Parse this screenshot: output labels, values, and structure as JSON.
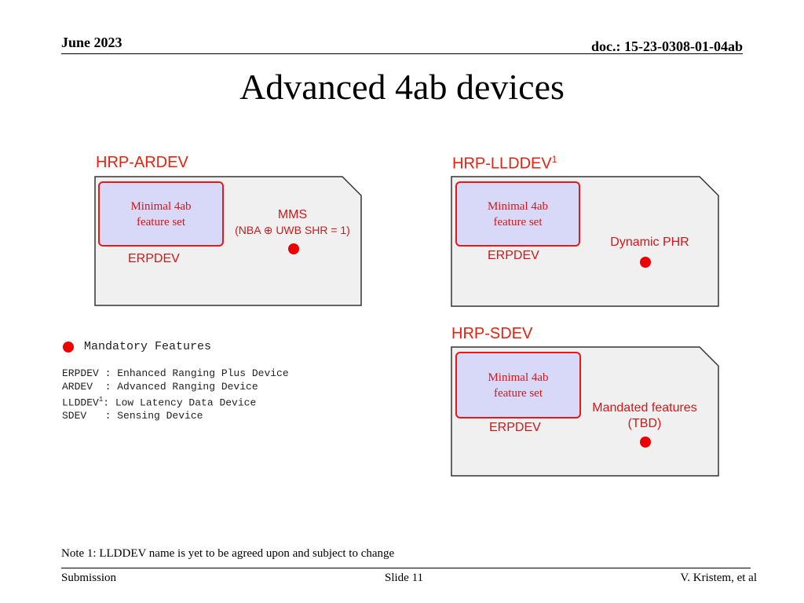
{
  "header": {
    "date": "June 2023",
    "doc": "doc.: 15-23-0308-01-04ab"
  },
  "title": "Advanced 4ab devices",
  "devices": {
    "ardev": {
      "label": "HRP-ARDEV",
      "inner": [
        "Minimal 4ab",
        "feature set"
      ],
      "base": "ERPDEV",
      "feature": [
        "MMS",
        "(NBA ⊕ UWB SHR = 1)"
      ]
    },
    "lldev": {
      "label": "HRP-LLDDEV",
      "label_sup": "1",
      "inner": [
        "Minimal 4ab",
        "feature set"
      ],
      "base": "ERPDEV",
      "feature": [
        "Dynamic PHR"
      ]
    },
    "sdev": {
      "label": "HRP-SDEV",
      "inner": [
        "Minimal 4ab",
        "feature set"
      ],
      "base": "ERPDEV",
      "feature": [
        "Mandated features",
        "(TBD)"
      ]
    }
  },
  "legend": {
    "label": "Mandatory Features",
    "dot_color": "#ee0000"
  },
  "definitions": [
    {
      "term": "ERPDEV ",
      "sup": "",
      "desc": ": Enhanced Ranging Plus Device"
    },
    {
      "term": "ARDEV  ",
      "sup": "",
      "desc": ": Advanced Ranging Device"
    },
    {
      "term": "LLDDEV",
      "sup": "1",
      "desc": ": Low Latency Data Device"
    },
    {
      "term": "SDEV   ",
      "sup": "",
      "desc": ": Sensing Device"
    }
  ],
  "note": "Note 1: LLDDEV name is yet to be agreed upon and subject to change",
  "footer": {
    "left": "Submission",
    "center": "Slide 11",
    "right": "V. Kristem, et al"
  },
  "colors": {
    "accent_red": "#e8200e",
    "inner_fill": "#d8d8f8",
    "card_fill": "#f0f0f0"
  }
}
